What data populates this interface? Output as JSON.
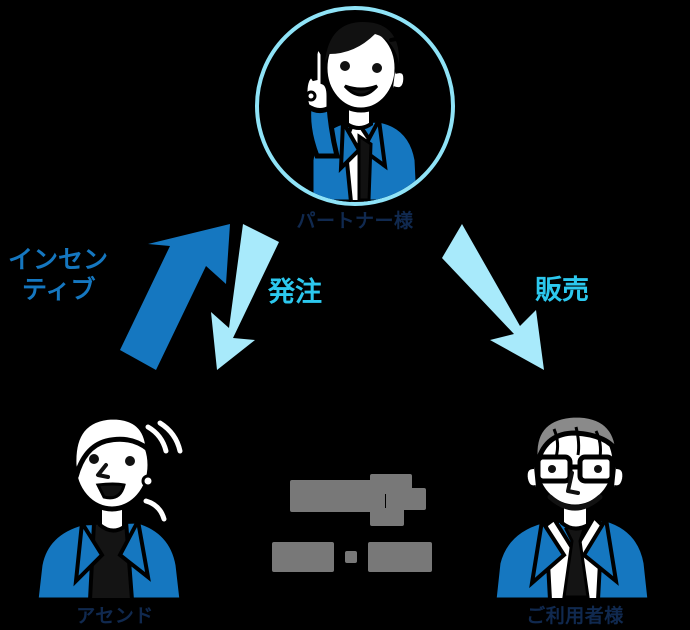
{
  "diagram": {
    "title": "",
    "background_color": "#000000",
    "colors": {
      "primary_blue": "#1577c0",
      "light_blue": "#a8eafb",
      "accent_cyan": "#2cc8ee",
      "ring_blue": "#8fe3f7",
      "label_navy": "#10294f",
      "redacted_gray": "#787878",
      "skin_white": "#ffffff",
      "hair_gray": "#8a8a8a",
      "outline_black": "#000000"
    },
    "nodes": [
      {
        "id": "partner",
        "label": "パートナー様",
        "icon": "person-pointing-up-avatar",
        "position": "top-center"
      },
      {
        "id": "ascend",
        "label": "アセンド",
        "icon": "businesswoman-avatar",
        "position": "bottom-left"
      },
      {
        "id": "user",
        "label": "ご利用者様",
        "icon": "senior-businessman-glasses-avatar",
        "position": "bottom-right"
      }
    ],
    "arrows": [
      {
        "id": "incentive",
        "label_lines": [
          "インセン",
          "ティブ"
        ],
        "color": "#1577c0",
        "direction": "up-right",
        "from": "ascend",
        "to": "partner"
      },
      {
        "id": "order",
        "label": "発注",
        "color": "#a8eafb",
        "label_color": "#2cc8ee",
        "direction": "down-left",
        "from": "partner",
        "to": "ascend"
      },
      {
        "id": "sales",
        "label": "販売",
        "color": "#a8eafb",
        "label_color": "#2cc8ee",
        "direction": "down-right",
        "from": "partner",
        "to": "user"
      }
    ],
    "center_note": {
      "redacted": true,
      "line_count": 2,
      "separator": "・"
    }
  }
}
